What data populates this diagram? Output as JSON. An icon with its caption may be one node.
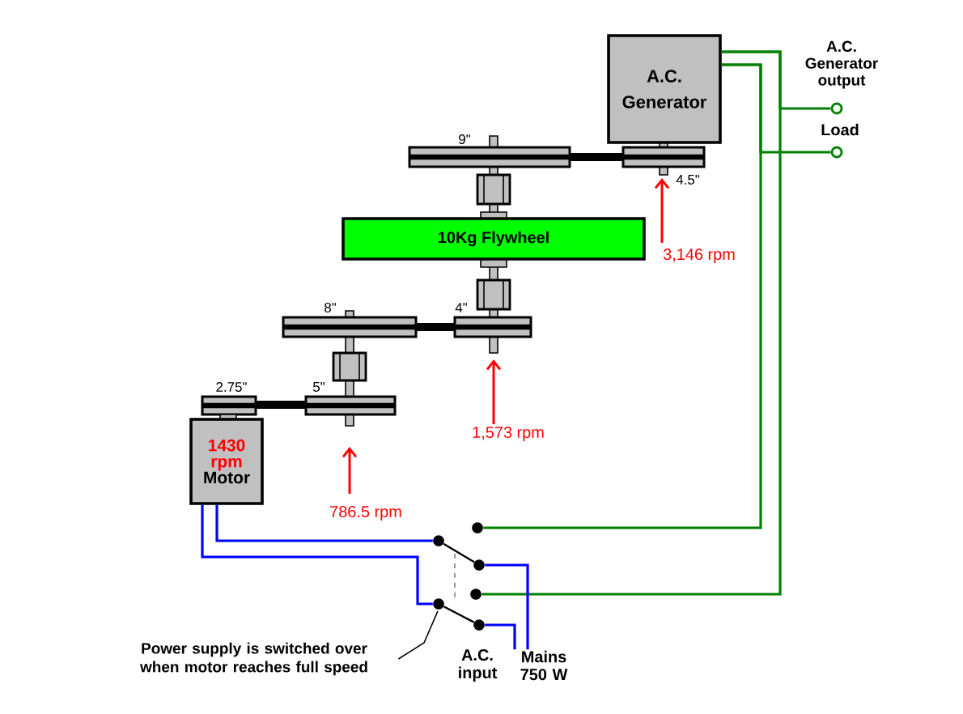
{
  "diagram": {
    "nodes": [
      {
        "text": [
          "A.C. Generator"
        ]
      },
      {
        "text": [
          "10Kg Flywheel"
        ]
      },
      {
        "text": [
          "1430 rpm",
          "Motor"
        ]
      },
      {
        "text": [
          "Power supply is switched over when motor reaches full speed"
        ]
      },
      {
        "text": [],
        "shape": "circle"
      },
      {
        "text": [],
        "shape": "circle"
      },
      {
        "text": [],
        "shape": "circle"
      },
      {
        "text": [],
        "shape": "circle"
      },
      {
        "text": [],
        "shape": "circle"
      },
      {
        "text": [],
        "shape": "circle"
      },
      {
        "text": [],
        "shape": "circle"
      },
      {
        "text": [],
        "shape": "circle"
      },
      {
        "text": [
          "Mains 750 W"
        ]
      }
    ],
    "edges": [
      {
        "from": 0,
        "to": 5,
        "arrow": "none",
        "color": "#008000"
      },
      {
        "from": 0,
        "to": 8,
        "arrow": "none",
        "color": "#008000"
      },
      {
        "from": 0,
        "to": 10,
        "arrow": "none",
        "color": "#008000"
      },
      {
        "from": 0,
        "to": 11,
        "arrow": "none",
        "color": "#008000"
      },
      {
        "from": 2,
        "to": 4,
        "arrow": "none",
        "color": "#0000ff"
      },
      {
        "from": 2,
        "to": 7,
        "arrow": "none",
        "color": "#0000ff"
      },
      {
        "from": 4,
        "to": 6,
        "arrow": "none",
        "color": "#000000"
      },
      {
        "from": 7,
        "to": 9,
        "arrow": "none",
        "color": "#000000"
      },
      {
        "from": 6,
        "to": 12,
        "arrow": "none",
        "color": "#0000ff"
      },
      {
        "from": 9,
        "to": 12,
        "arrow": "none",
        "color": "#0000ff"
      },
      {
        "from": 3,
        "to": 7,
        "arrow": "none",
        "color": "#000000"
      }
    ],
    "labels": [
      "A.C. Generator output",
      "Load",
      "9\"",
      "4.5\"",
      "3,146 rpm",
      "8\"",
      "4\"",
      "2.75\"",
      "5\"",
      "1,573 rpm",
      "786.5 rpm",
      "A.C. input"
    ]
  }
}
